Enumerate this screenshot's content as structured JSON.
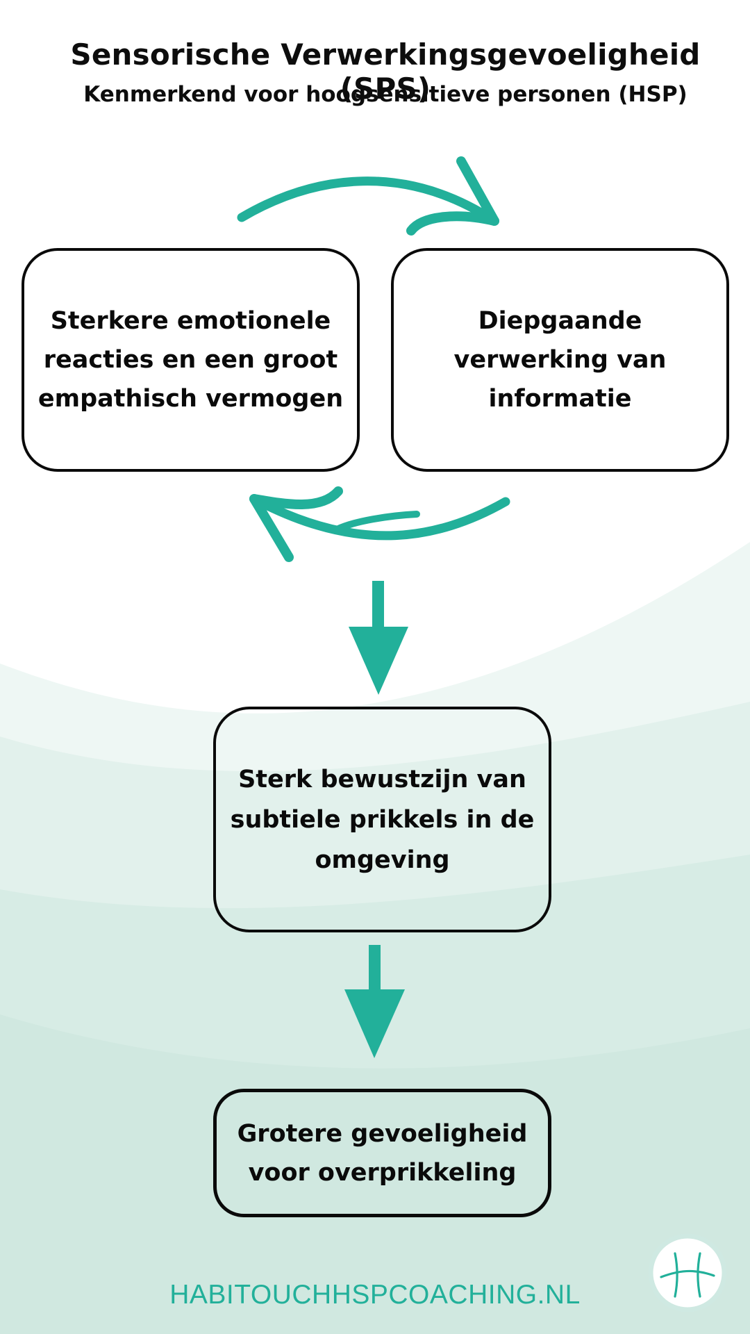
{
  "header": {
    "title": "Sensorische Verwerkingsgevoeligheid (SPS)",
    "subtitle": "Kenmerkend voor hoogsensitieve personen (HSP)"
  },
  "nodes": {
    "emotional": "Sterkere emotionele reacties en een groot empathisch vermogen",
    "processing": "Diepgaande verwerking van informatie",
    "awareness": "Sterk bewustzijn van subtiele prikkels in de omgeving",
    "overstimulation": "Grotere gevoeligheid voor overprikkeling"
  },
  "footer": {
    "website": "HABITOUCHHSPCOACHING.NL"
  },
  "colors": {
    "accent": "#22b09a",
    "border": "#0a0a0a",
    "background_tint": "#cfe7df"
  },
  "icons": {
    "curved_arrows": "cycle-arrow-icon",
    "down_arrows": "arrow-down-icon",
    "logo": "logo-h-icon"
  }
}
